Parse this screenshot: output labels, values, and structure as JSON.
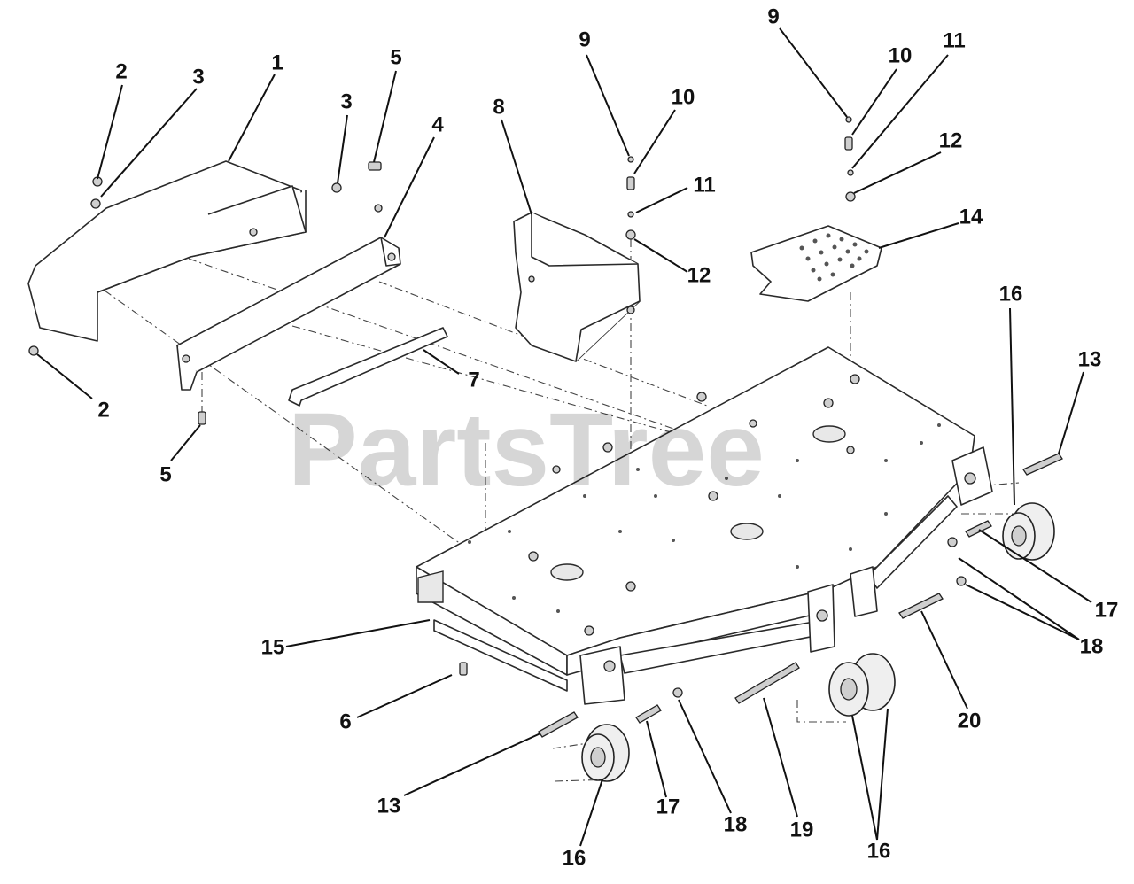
{
  "watermark": "PartsTree",
  "callouts": [
    {
      "id": "c-1",
      "label": "1"
    },
    {
      "id": "c-2a",
      "label": "2"
    },
    {
      "id": "c-2b",
      "label": "2"
    },
    {
      "id": "c-3a",
      "label": "3"
    },
    {
      "id": "c-3b",
      "label": "3"
    },
    {
      "id": "c-4",
      "label": "4"
    },
    {
      "id": "c-5a",
      "label": "5"
    },
    {
      "id": "c-5b",
      "label": "5"
    },
    {
      "id": "c-6",
      "label": "6"
    },
    {
      "id": "c-7",
      "label": "7"
    },
    {
      "id": "c-8",
      "label": "8"
    },
    {
      "id": "c-9a",
      "label": "9"
    },
    {
      "id": "c-9b",
      "label": "9"
    },
    {
      "id": "c-10a",
      "label": "10"
    },
    {
      "id": "c-10b",
      "label": "10"
    },
    {
      "id": "c-11a",
      "label": "11"
    },
    {
      "id": "c-11b",
      "label": "11"
    },
    {
      "id": "c-12a",
      "label": "12"
    },
    {
      "id": "c-12b",
      "label": "12"
    },
    {
      "id": "c-13a",
      "label": "13"
    },
    {
      "id": "c-13b",
      "label": "13"
    },
    {
      "id": "c-14",
      "label": "14"
    },
    {
      "id": "c-15",
      "label": "15"
    },
    {
      "id": "c-16a",
      "label": "16"
    },
    {
      "id": "c-16b",
      "label": "16"
    },
    {
      "id": "c-16c",
      "label": "16"
    },
    {
      "id": "c-17a",
      "label": "17"
    },
    {
      "id": "c-17b",
      "label": "17"
    },
    {
      "id": "c-18a",
      "label": "18"
    },
    {
      "id": "c-18b",
      "label": "18"
    },
    {
      "id": "c-19",
      "label": "19"
    },
    {
      "id": "c-20",
      "label": "20"
    }
  ]
}
